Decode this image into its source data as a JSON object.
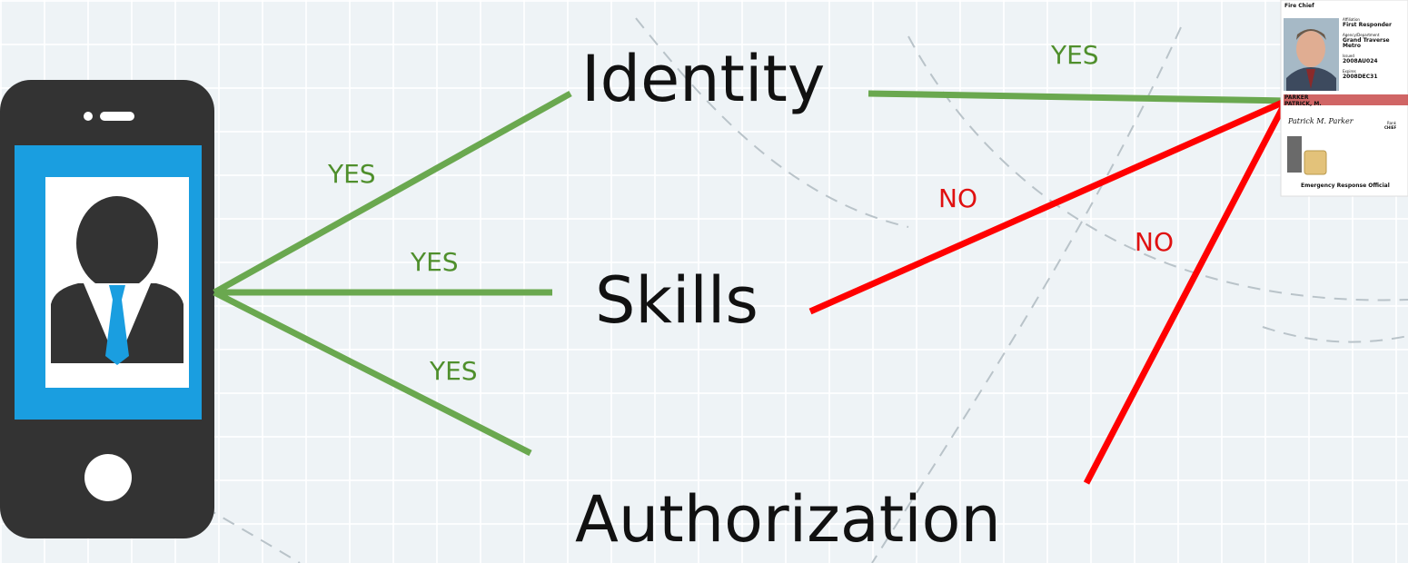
{
  "terms": {
    "identity": "Identity",
    "skills": "Skills",
    "authorization": "Authorization"
  },
  "edge_labels": {
    "phone_identity": "YES",
    "phone_skills": "YES",
    "phone_authorization": "YES",
    "card_identity": "YES",
    "card_skills": "NO",
    "card_authorization": "NO"
  },
  "id_card": {
    "role": "Fire Chief",
    "affiliation_label": "Affiliation",
    "affiliation": "First Responder",
    "agency_label": "Agency/Department",
    "agency": "Grand Traverse Metro",
    "issued_label": "Issued",
    "issued": "2008AU024",
    "expires_label": "Expires",
    "expires": "2008DEC31",
    "surname": "PARKER",
    "given_name": "PATRICK, M.",
    "signature": "Patrick M. Parker",
    "rank_label": "Rank",
    "rank": "CHIEF",
    "footer": "Emergency Response Official"
  },
  "colors": {
    "yes_line": "#6aa84f",
    "no_line": "#ff0000",
    "yes_text": "#4f8f2c",
    "no_text": "#e01010",
    "phone_body": "#333333",
    "phone_screen": "#1a9ee0"
  }
}
